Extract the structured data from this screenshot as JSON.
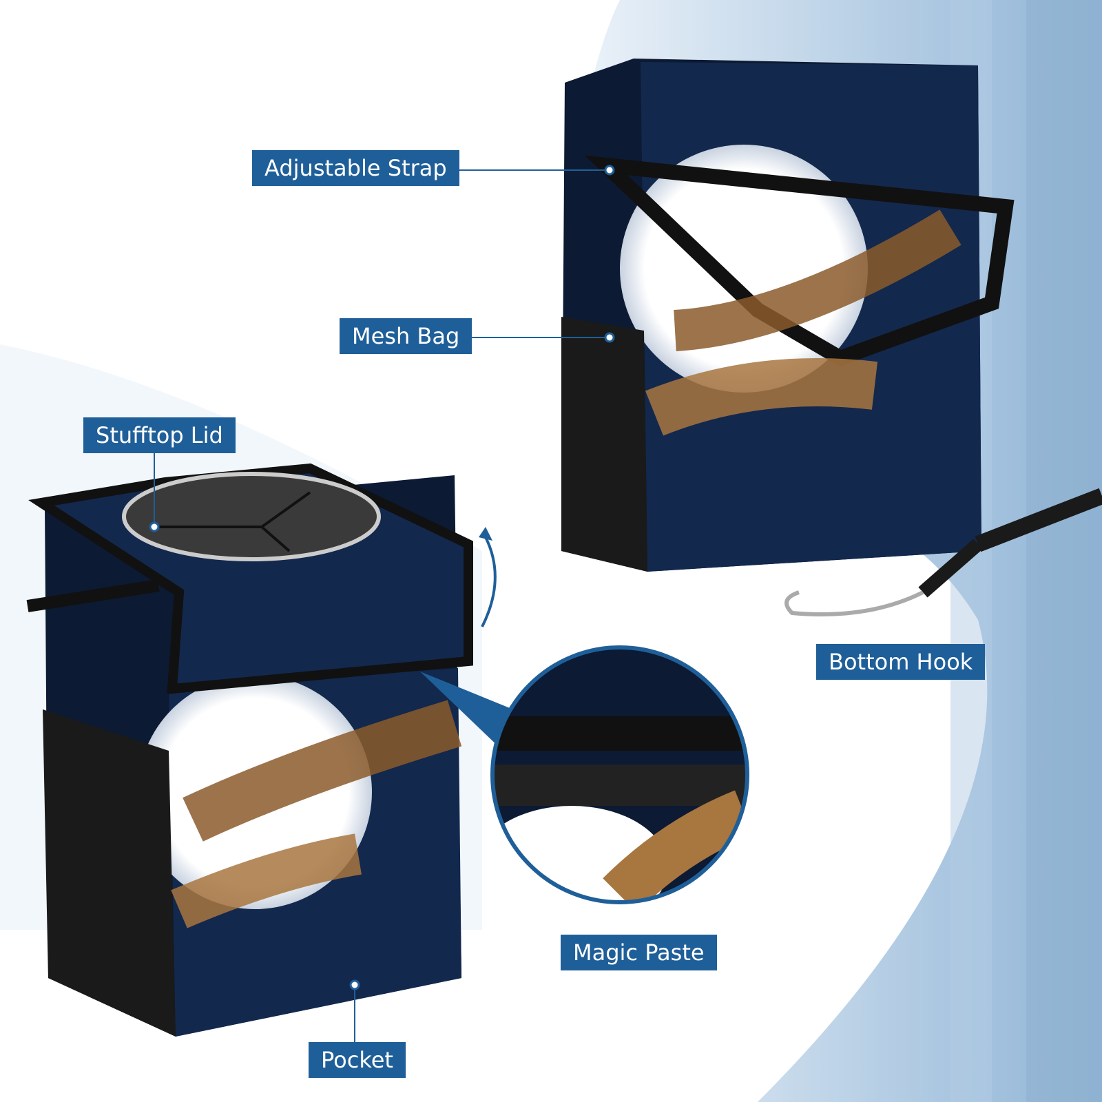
{
  "labels": {
    "adjustable_strap": "Adjustable Strap",
    "mesh_bag": "Mesh Bag",
    "stufftop_lid": "Stufftop Lid",
    "bottom_hook": "Bottom Hook",
    "magic_paste": "Magic Paste",
    "pocket": "Pocket"
  },
  "colors": {
    "label_bg": "#1f5f99",
    "navy": "#13284d",
    "black": "#111111",
    "accent_blue": "#8fb4d6"
  }
}
